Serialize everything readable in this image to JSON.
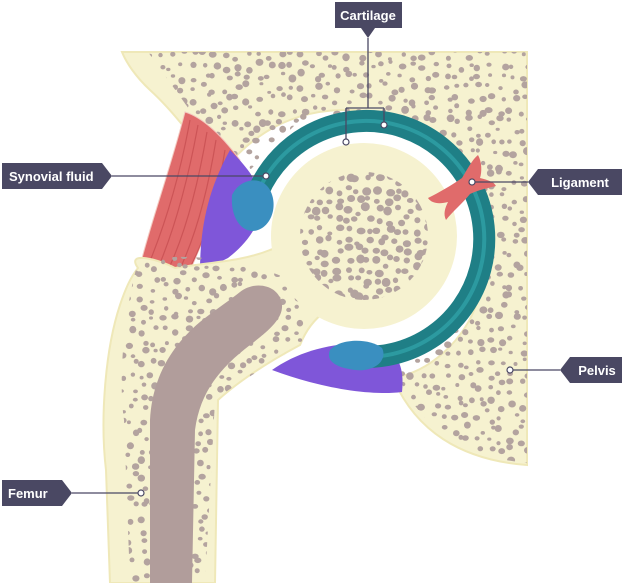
{
  "labels": {
    "cartilage": "Cartilage",
    "synovial_fluid": "Synovial fluid",
    "ligament": "Ligament",
    "pelvis": "Pelvis",
    "femur": "Femur"
  },
  "colors": {
    "label_bg": "#4a4863",
    "label_text": "#ffffff",
    "bone": "#f6f2d0",
    "marrow_dots": "#b3a39f",
    "shaft": "#b19d9b",
    "cartilage": "#1f7f86",
    "synovial_fluid": "#3a8fc0",
    "capsule": "#7f56d9",
    "muscle": "#e06b6b",
    "leader_line": "#4a4863"
  }
}
